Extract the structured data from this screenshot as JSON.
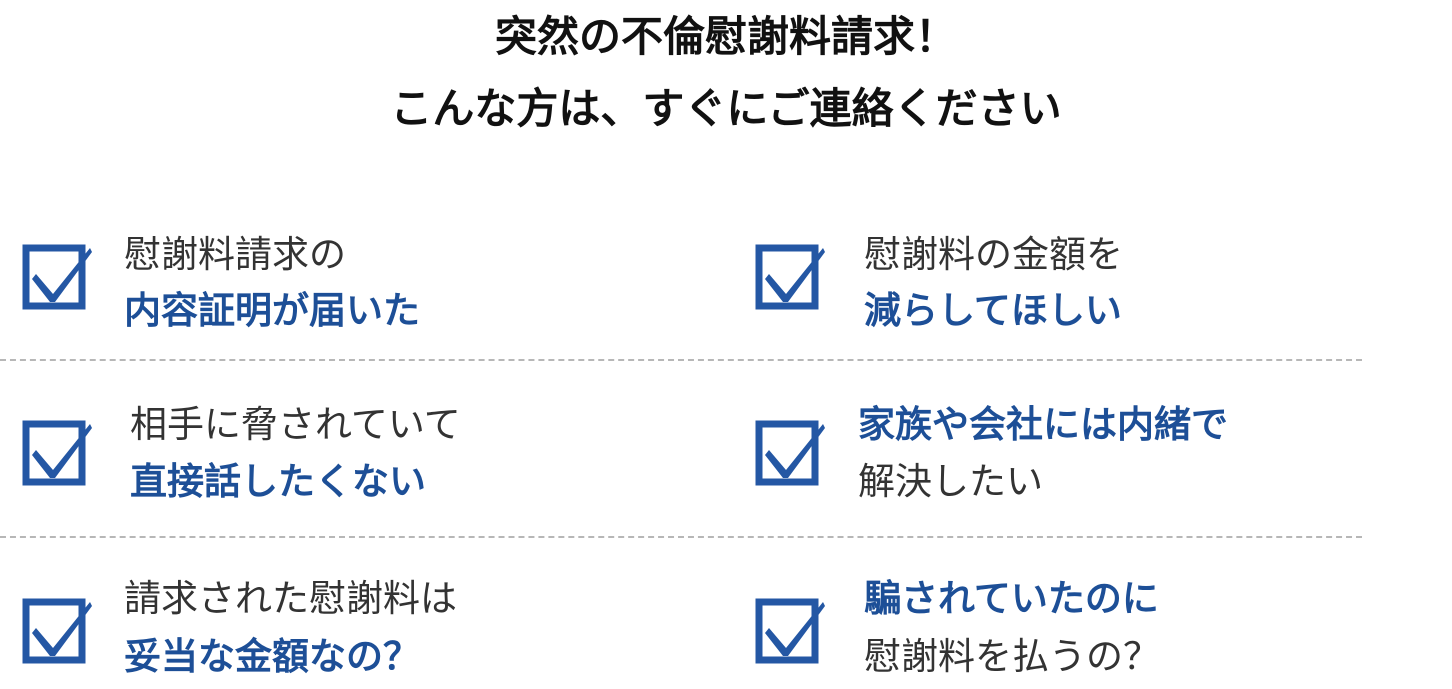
{
  "heading": {
    "line1": "突然の不倫慰謝料請求！",
    "line2": "こんな方は、すぐにご連絡ください"
  },
  "colors": {
    "accent": "#1d4f97",
    "checkbox": "#2457a4",
    "heading": "#111111",
    "body_text": "#333333",
    "divider": "#b7b7b7"
  },
  "icons": {
    "checkbox": "checked-checkbox-icon"
  },
  "items": [
    {
      "line1": "慰謝料請求の",
      "line2": "内容証明が届いた",
      "emphasis": "line2"
    },
    {
      "line1": "慰謝料の金額を",
      "line2": "減らしてほしい",
      "emphasis": "line2"
    },
    {
      "line1": "相手に脅されていて",
      "line2": "直接話したくない",
      "emphasis": "line2"
    },
    {
      "line1": "家族や会社には内緒で",
      "line2": "解決したい",
      "emphasis": "line1"
    },
    {
      "line1": "請求された慰謝料は",
      "line2": "妥当な金額なの？",
      "emphasis": "line2"
    },
    {
      "line1": "騙されていたのに",
      "line2": "慰謝料を払うの？",
      "emphasis": "line1"
    }
  ]
}
